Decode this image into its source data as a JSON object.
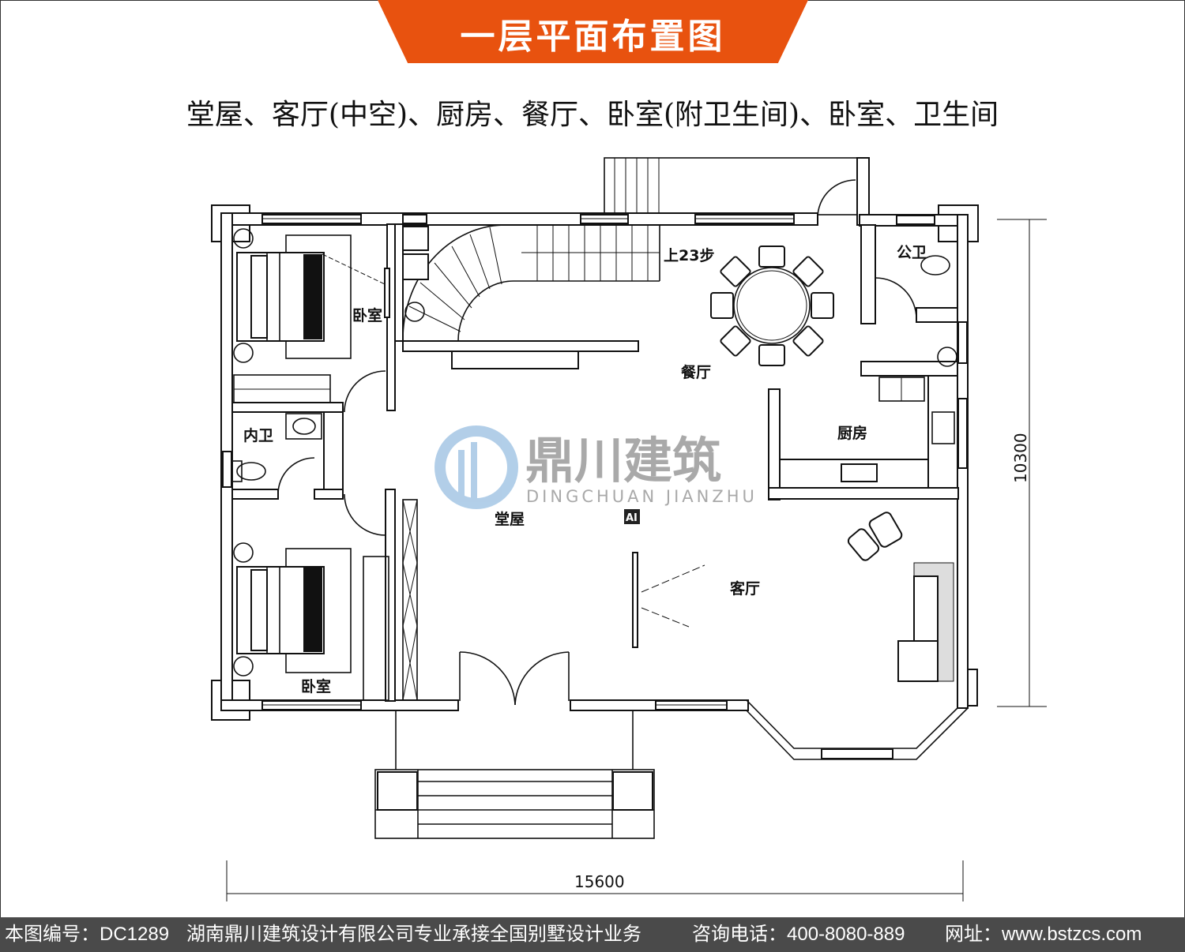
{
  "header": {
    "title": "一层平面布置图",
    "subtitle": "堂屋、客厅(中空)、厨房、餐厅、卧室(附卫生间)、卧室、卫生间"
  },
  "rooms": {
    "bedroom_north": "卧室",
    "bedroom_south": "卧室",
    "ensuite_bath": "内卫",
    "public_bath": "公卫",
    "dining": "餐厅",
    "kitchen": "厨房",
    "hall": "堂屋",
    "living": "客厅"
  },
  "stair_label": "上23步",
  "dimensions": {
    "width": "15600",
    "depth": "10300"
  },
  "watermark": {
    "brand_cn": "鼎川建筑",
    "brand_en": "DINGCHUAN JIANZHU",
    "mark": "AI"
  },
  "footer": {
    "drawing_no": "本图编号：DC1289",
    "company": "湖南鼎川建筑设计有限公司专业承接全国别墅设计业务",
    "phone": "咨询电话：400-8080-889",
    "website": "网址：www.bstzcs.com"
  },
  "colors": {
    "accent": "#e8520f",
    "footer_bg": "#4a4a4a",
    "watermark": "#9fc3e3"
  }
}
